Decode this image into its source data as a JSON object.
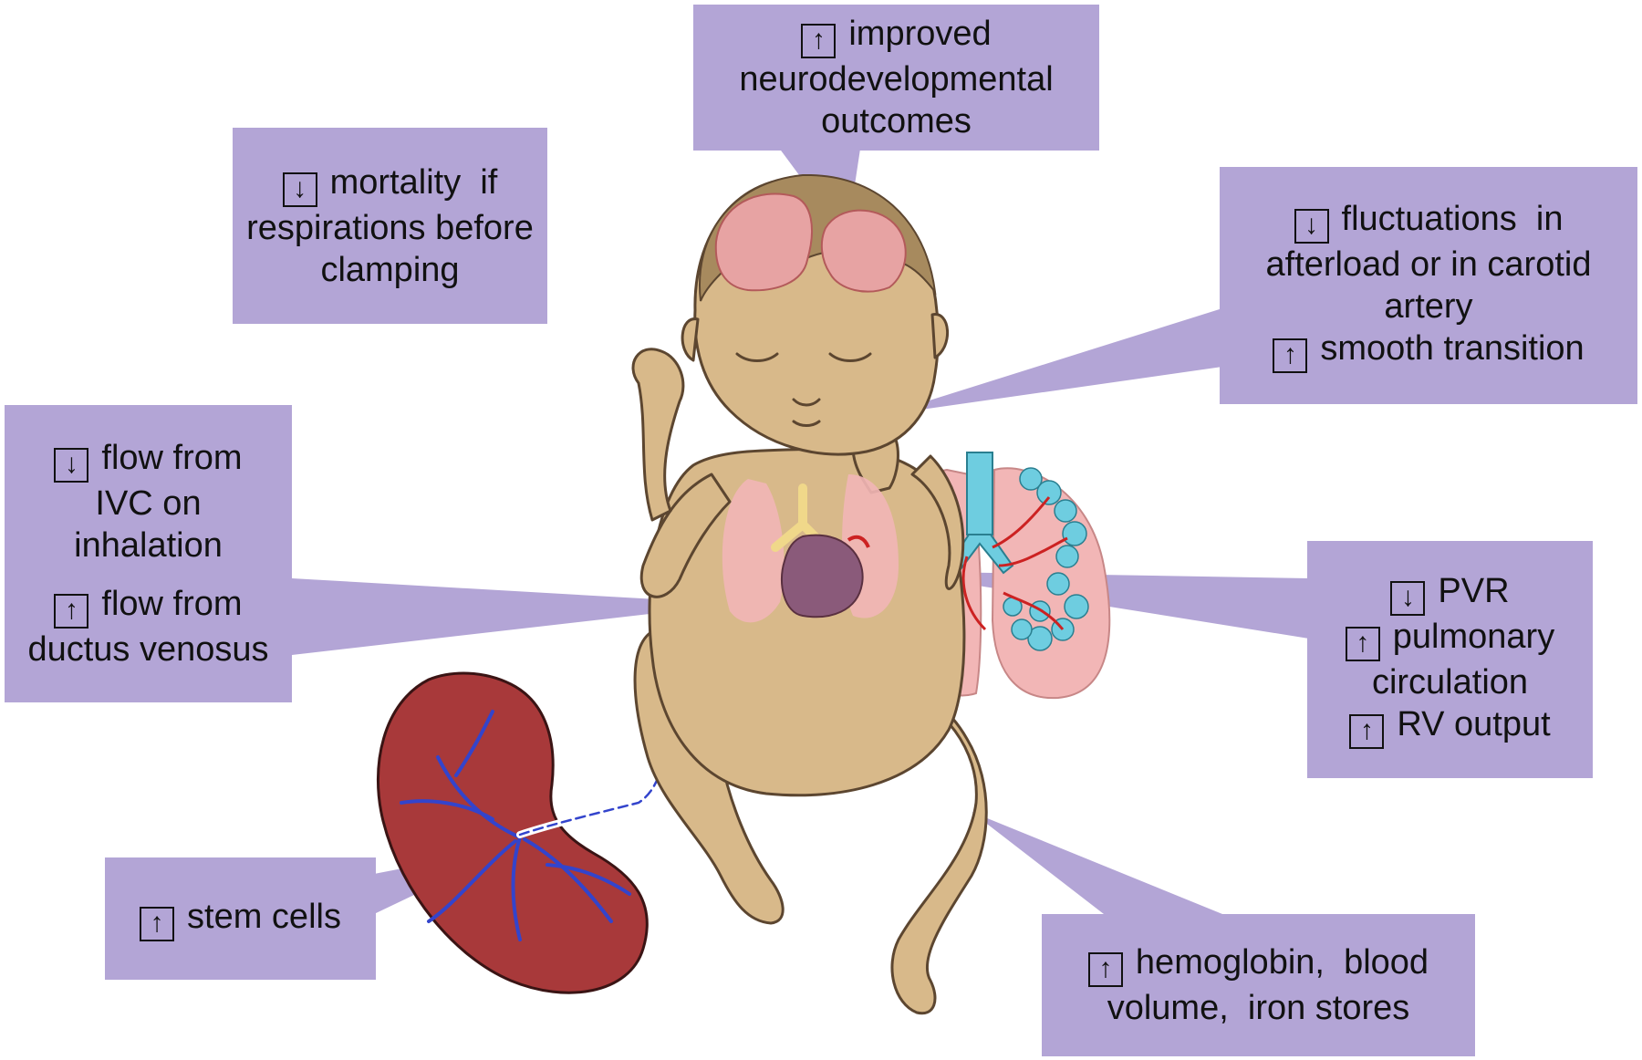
{
  "colors": {
    "callout_fill": "#b3a5d6",
    "skin": "#d8b98a",
    "skin_outline": "#5c4630",
    "brain": "#e7a3a3",
    "lung": "#f2b6b6",
    "heart": "#8a5a7a",
    "placenta": "#a8393a",
    "vessel_blue": "#3344cc",
    "vessel_red": "#cc2222",
    "airway": "#6ecde0"
  },
  "callouts": {
    "neuro": {
      "lines": [
        {
          "arrow": "↑",
          "text": "improved"
        },
        {
          "text": "neurodevelopmental"
        },
        {
          "text": "outcomes"
        }
      ]
    },
    "mortality": {
      "lines": [
        {
          "arrow": "↓",
          "text": "mortality  if"
        },
        {
          "text": "respirations before"
        },
        {
          "text": "clamping"
        }
      ]
    },
    "fluctuations": {
      "lines": [
        {
          "arrow": "↓",
          "text": "fluctuations  in"
        },
        {
          "text": "afterload or in carotid"
        },
        {
          "text": "artery"
        },
        {
          "arrow": "↑",
          "text": "smooth transition"
        }
      ]
    },
    "ivc": {
      "lines": [
        {
          "arrow": "↓",
          "text": "flow from"
        },
        {
          "text": "IVC on"
        },
        {
          "text": "inhalation"
        },
        {
          "gap": true
        },
        {
          "arrow": "↑",
          "text": "flow from"
        },
        {
          "text": "ductus venosus"
        }
      ]
    },
    "pvr": {
      "lines": [
        {
          "arrow": "↓",
          "text": "PVR"
        },
        {
          "arrow": "↑",
          "text": "pulmonary"
        },
        {
          "text": "circulation"
        },
        {
          "arrow": "↑",
          "text": "RV output"
        }
      ]
    },
    "stem": {
      "lines": [
        {
          "arrow": "↑",
          "text": "stem cells"
        }
      ]
    },
    "hemoglobin": {
      "lines": [
        {
          "arrow": "↑",
          "text": "hemoglobin,  blood"
        },
        {
          "text": "volume,  iron stores"
        }
      ]
    }
  }
}
